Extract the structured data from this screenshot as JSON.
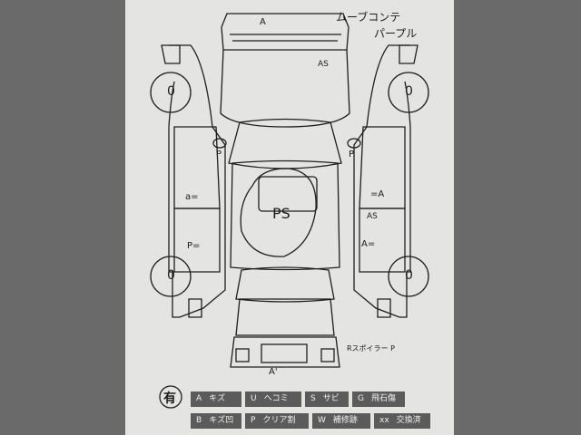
{
  "header": {
    "model_name": "ムーブコンテ",
    "color_name": "パープル"
  },
  "marks": {
    "front_panel": "A",
    "front_right_fender": "AS",
    "right_front_light": "P",
    "left_front_light": "P",
    "left_front_door": "a=",
    "left_rear_door": "P=",
    "right_front_door": "=A",
    "right_front_door_lower": "AS",
    "right_rear_door": "A=",
    "roof": "PS",
    "rear_spoiler": "Rスポイラー P",
    "rear_bumper": "A'"
  },
  "tires": [
    "0",
    "0",
    "0",
    "0"
  ],
  "badge": "有",
  "legend": [
    {
      "code": "A",
      "label": "キズ"
    },
    {
      "code": "U",
      "label": "ヘコミ"
    },
    {
      "code": "S",
      "label": "サビ"
    },
    {
      "code": "G",
      "label": "飛石傷"
    },
    {
      "code": "B",
      "label": "キズ凹"
    },
    {
      "code": "P",
      "label": "クリア割"
    },
    {
      "code": "W",
      "label": "補修跡"
    },
    {
      "code": "xx",
      "label": "交換済"
    }
  ]
}
